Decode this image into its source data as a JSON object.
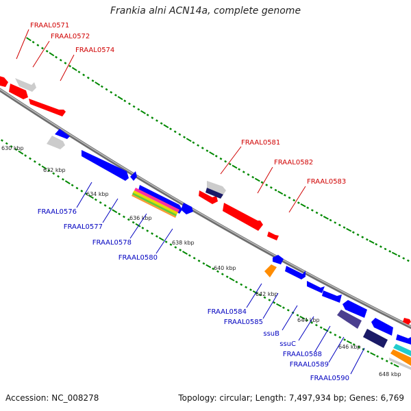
{
  "title": "Frankia alni ACN14a, complete genome",
  "footer": {
    "accession": "Accession: NC_008278",
    "topology": "Topology: circular; Length: 7,497,934 bp; Genes: 6,769"
  },
  "colors": {
    "forward": "#ff0000",
    "reverse": "#0000ff",
    "gray": "#c0c0c0",
    "navy": "#1a1a66",
    "slate": "#4b3f8f",
    "orange": "#ff8c00",
    "cyan": "#22cccc",
    "rna_pink": "#ff3399",
    "rna_green": "#66cc33",
    "rna_yellow": "#e8d800",
    "rna_orange": "#ff9933",
    "tick": "#008800",
    "backbone": "#888888",
    "label_top": "#d00000",
    "label_bottom": "#0000c0"
  },
  "ticks": [
    "630 kbp",
    "632 kbp",
    "634 kbp",
    "636 kbp",
    "638 kbp",
    "640 kbp",
    "642 kbp",
    "644 kbp",
    "646 kbp",
    "648 kbp"
  ],
  "top_labels": [
    "FRAAL0571",
    "FRAAL0572",
    "FRAAL0574",
    "FRAAL0581",
    "FRAAL0582",
    "FRAAL0583"
  ],
  "bottom_labels": [
    "FRAAL0576",
    "FRAAL0577",
    "FRAAL0578",
    "FRAAL0580",
    "FRAAL0584",
    "FRAAL0585",
    "ssuB",
    "ssuC",
    "FRAAL0588",
    "FRAAL0589",
    "FRAAL0590"
  ]
}
